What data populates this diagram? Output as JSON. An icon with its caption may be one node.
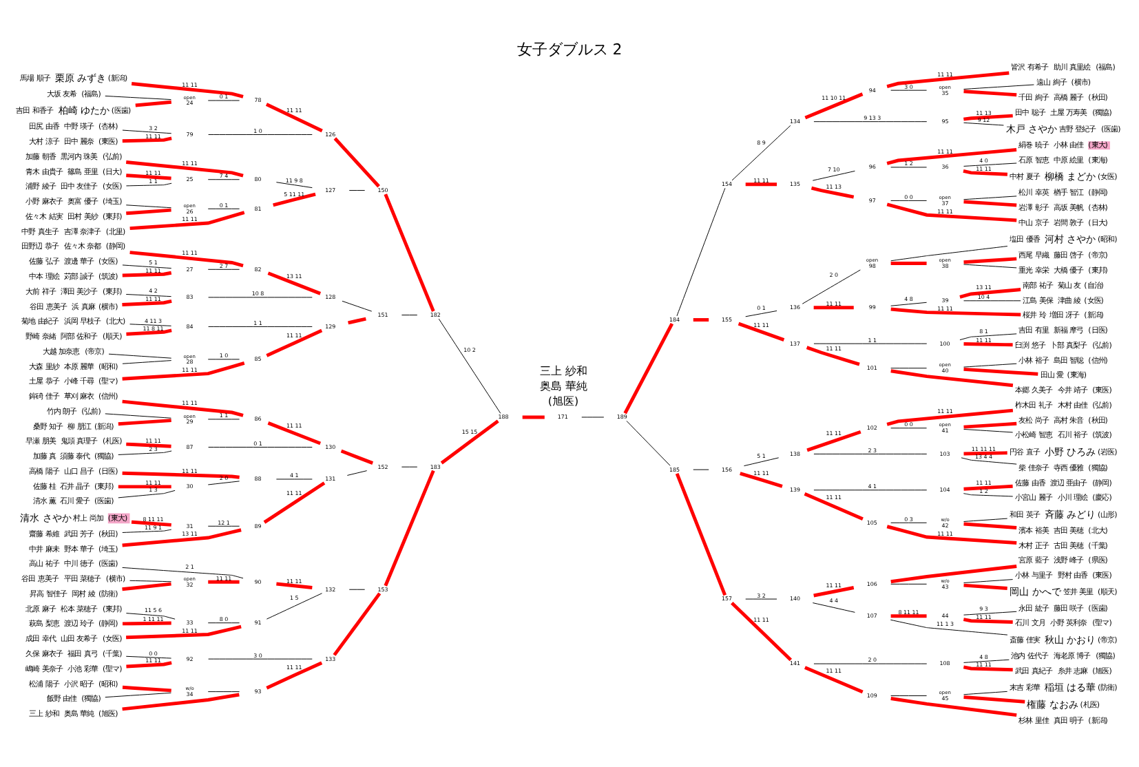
{
  "diagram": {
    "title": "女子ダブルス 2",
    "nodes": [
      {
        "text": [
          "馬場 順子",
          "栗原 みずき",
          "(新潟)"
        ]
      },
      {
        "text": [
          "大坂 友希",
          "(福島)"
        ]
      },
      {
        "text": [
          "吉田 和香子",
          "柏崎 ゆたか",
          "(医歯)"
        ]
      },
      {
        "text": [
          "田尻 由香",
          "中野 瑛子",
          "(杏林)"
        ]
      },
      {
        "text": [
          "大村 涼子",
          "田中 麗奈",
          "(東医)"
        ]
      },
      {
        "text": [
          "加藤 朝香",
          "黒河内 珠美",
          "(弘前)"
        ]
      },
      {
        "text": [
          "青木 由貴子",
          "篠島 亜里",
          "(日大)"
        ]
      },
      {
        "text": [
          "浦野 綾子",
          "田中 友佳子",
          "(女医)"
        ]
      },
      {
        "text": [
          "小野 麻衣子",
          "奥富 優子",
          "(埼玉)"
        ]
      },
      {
        "text": [
          "佐々木 結実",
          "田村 美紗",
          "(東邦)"
        ]
      },
      {
        "text": [
          "中野 真生子",
          "吉澤 奈津子",
          "(北里)"
        ]
      },
      {
        "text": [
          "田野辺 恭子",
          "佐々木 奈都",
          "(静岡)"
        ]
      },
      {
        "text": [
          "佐藤 弘子",
          "渡邊 華子",
          "(女医)"
        ]
      },
      {
        "text": [
          "中本 理絵",
          "苅部 誠子",
          "(筑波)"
        ]
      },
      {
        "text": [
          "大前 祥子",
          "澤田 美沙子",
          "(東邦)"
        ]
      },
      {
        "text": [
          "谷田 恵美子",
          "浜 真麻",
          "(横市)"
        ]
      },
      {
        "text": [
          "菊地 由紀子",
          "浜岡 早枝子",
          "(北大)"
        ]
      },
      {
        "text": [
          "野崎 奈緒",
          "阿部 佐和子",
          "(順天)"
        ]
      },
      {
        "text": [
          "大越 加奈恵",
          "(帝京)"
        ]
      },
      {
        "text": [
          "大森 里紗",
          "本原 麗華",
          "(昭和)"
        ]
      },
      {
        "text": [
          "土屋 恭子",
          "小峰 千尋",
          "(聖マ)"
        ]
      },
      {
        "text": [
          "鉾碕 佳子",
          "草刈 麻衣",
          "(信州)"
        ]
      },
      {
        "text": [
          "竹内 朗子",
          "(弘前)"
        ]
      },
      {
        "text": [
          "桑野 知子",
          "柳 朋江",
          "(新潟)"
        ]
      },
      {
        "text": [
          "早瀬 朋美",
          "鬼頭 真理子",
          "(札医)"
        ]
      },
      {
        "text": [
          "加藤 真",
          "須藤 泰代",
          "(獨協)"
        ]
      },
      {
        "text": [
          "高橋 陽子",
          "山口 昌子",
          "(日医)"
        ]
      },
      {
        "text": [
          "佐藤 桂",
          "石井 晶子",
          "(東邦)"
        ]
      },
      {
        "text": [
          "清水 薫",
          "石川 愛子",
          "(医歯)"
        ]
      },
      {
        "text": [
          "清水 さやか",
          "村上 尚加",
          "(東大)"
        ]
      },
      {
        "text": [
          "齋藤 希維",
          "武田 芳子",
          "(秋田)"
        ]
      },
      {
        "text": [
          "中井 麻未",
          "野本 華子",
          "(埼玉)"
        ]
      },
      {
        "text": [
          "高山 祐子",
          "中川 徳子",
          "(医歯)"
        ]
      },
      {
        "text": [
          "谷田 恵美子",
          "平田 菜穂子",
          "(横市)"
        ]
      },
      {
        "text": [
          "昇高 智佳子",
          "岡村 綾",
          "(防衛)"
        ]
      },
      {
        "text": [
          "北原 麻子",
          "松本 菜穂子",
          "(東邦)"
        ]
      },
      {
        "text": [
          "萩島 梨恵",
          "渡辺 玲子",
          "(静岡)"
        ]
      },
      {
        "text": [
          "成田 幸代",
          "山田 友希子",
          "(女医)"
        ]
      },
      {
        "text": [
          "久保 麻衣子",
          "福田 真弓",
          "(千葉)"
        ]
      },
      {
        "text": [
          "嶋崎 美奈子",
          "小池 彩華",
          "(聖マ)"
        ]
      },
      {
        "text": [
          "松浦 陽子",
          "小沢 昭子",
          "(昭和)"
        ]
      },
      {
        "text": [
          "飯野 由佳",
          "(獨協)"
        ]
      },
      {
        "text": [
          "三上 紗和",
          "奥島 華純",
          "(旭医)"
        ]
      },
      {
        "text": [
          "皆沢 有希子",
          "助川 真里絵",
          "(福島)"
        ]
      },
      {
        "text": [
          "遠山 絢子",
          "(横市)"
        ]
      },
      {
        "text": [
          "千田 絢子",
          "高橋 麗子",
          "(秋田)"
        ]
      },
      {
        "text": [
          "田中 聡子",
          "土屋 万寿美",
          "(獨協)"
        ]
      },
      {
        "text": [
          "木戸 さやか",
          "吉野 登紀子",
          "(医歯)"
        ]
      },
      {
        "text": [
          "絹巻 暁子",
          "小林 由佳",
          "(東大)"
        ]
      },
      {
        "text": [
          "石原 智恵",
          "中原 絵里",
          "(東海)"
        ]
      },
      {
        "text": [
          "中村 夏子",
          "柳橋 まどか",
          "(女医)"
        ]
      },
      {
        "text": [
          "松川 幸英",
          "楢手 智江",
          "(静岡)"
        ]
      },
      {
        "text": [
          "岩澤 彰子",
          "高坂 美帆",
          "(杏林)"
        ]
      },
      {
        "text": [
          "中山 京子",
          "岩間 敦子",
          "(日大)"
        ]
      },
      {
        "text": [
          "塩田 優香",
          "河村 さやか",
          "(昭和)"
        ]
      },
      {
        "text": [
          "西尾 早織",
          "藤田 啓子",
          "(帝京)"
        ]
      },
      {
        "text": [
          "重光 幸栄",
          "大橋 優子",
          "(東邦)"
        ]
      },
      {
        "text": [
          "南部 祐子",
          "菊山 友",
          "(自治)"
        ]
      },
      {
        "text": [
          "江島 美保",
          "津曲 綾",
          "(女医)"
        ]
      },
      {
        "text": [
          "桜井 玲",
          "増田 冴子",
          "(新潟)"
        ]
      },
      {
        "text": [
          "吉田 有里",
          "新福 摩弓",
          "(日医)"
        ]
      },
      {
        "text": [
          "臼渕 悠子",
          "卜部 真梨子",
          "(弘前)"
        ]
      },
      {
        "text": [
          "小林 裕子",
          "島田 智聡",
          "(信州)"
        ]
      },
      {
        "text": [
          "田山 愛",
          "(東海)"
        ]
      },
      {
        "text": [
          "本郷 久美子",
          "今井 靖子",
          "(東医)"
        ]
      },
      {
        "text": [
          "柞木田 礼子",
          "木村 由佳",
          "(弘前)"
        ]
      },
      {
        "text": [
          "友松 尚子",
          "高村 朱音",
          "(秋田)"
        ]
      },
      {
        "text": [
          "小松崎 智恵",
          "石川 裕子",
          "(筑波)"
        ]
      },
      {
        "text": [
          "円谷 直子",
          "小野 ひろみ",
          "(岩医)"
        ]
      },
      {
        "text": [
          "柴 佳奈子",
          "寺西 優雅",
          "(獨協)"
        ]
      },
      {
        "text": [
          "佐藤 由香",
          "渡辺 亜由子",
          "(静岡)"
        ]
      },
      {
        "text": [
          "小宮山 麗子",
          "小川 理絵",
          "(慶応)"
        ]
      },
      {
        "text": [
          "和田 英子",
          "斉藤 みどり",
          "(山形)"
        ]
      },
      {
        "text": [
          "濱本 裕美",
          "吉田 美穂",
          "(北大)"
        ]
      },
      {
        "text": [
          "木村 正子",
          "古田 美穂",
          "(千葉)"
        ]
      },
      {
        "text": [
          "宮原 藍子",
          "浅野 峰子",
          "(県医)"
        ]
      },
      {
        "text": [
          "小林 与里子",
          "野村 由香",
          "(東医)"
        ]
      },
      {
        "text": [
          "岡山 かへで",
          "笠井 美里",
          "(順天)"
        ]
      },
      {
        "text": [
          "永田 紘子",
          "藤田 咲子",
          "(医歯)"
        ]
      },
      {
        "text": [
          "石川 文月",
          "小野 英利奈",
          "(聖マ)"
        ]
      },
      {
        "text": [
          "斎藤 佳実",
          "秋山 かおり",
          "(帝京)"
        ]
      },
      {
        "text": [
          "池内 佐代子",
          "海老原 博子",
          "(獨協)"
        ]
      },
      {
        "text": [
          "武田 真紀子",
          "糸井 志麻",
          "(旭医)"
        ]
      },
      {
        "text": [
          "末吉 彩華",
          "稲垣 はる華",
          "(防衛)"
        ]
      },
      {
        "text": [
          "権藤 なおみ",
          "(札医)"
        ]
      },
      {
        "text": [
          "杉林 里佳",
          "真田 明子",
          "(新潟)"
        ]
      },
      {
        "text": [
          "24"
        ],
        "beside": [
          "open"
        ]
      },
      {
        "text": [
          "78"
        ]
      },
      {
        "text": [
          "79"
        ]
      },
      {
        "text": [
          "126"
        ]
      },
      {
        "text": [
          "25"
        ]
      },
      {
        "text": [
          "80"
        ]
      },
      {
        "text": [
          "26"
        ],
        "beside": [
          "open"
        ]
      },
      {
        "text": [
          "81"
        ]
      },
      {
        "text": [
          "127"
        ]
      },
      {
        "text": [
          "27"
        ]
      },
      {
        "text": [
          "82"
        ]
      },
      {
        "text": [
          "83"
        ]
      },
      {
        "text": [
          "128"
        ]
      },
      {
        "text": [
          "84"
        ]
      },
      {
        "text": [
          "28"
        ],
        "beside": [
          "open"
        ]
      },
      {
        "text": [
          "85"
        ]
      },
      {
        "text": [
          "129"
        ]
      },
      {
        "text": [
          "29"
        ],
        "beside": [
          "open"
        ]
      },
      {
        "text": [
          "86"
        ]
      },
      {
        "text": [
          "87"
        ]
      },
      {
        "text": [
          "130"
        ]
      },
      {
        "text": [
          "30"
        ]
      },
      {
        "text": [
          "88"
        ]
      },
      {
        "text": [
          "31"
        ]
      },
      {
        "text": [
          "89"
        ]
      },
      {
        "text": [
          "131"
        ]
      },
      {
        "text": [
          "32"
        ],
        "beside": [
          "open"
        ]
      },
      {
        "text": [
          "90"
        ]
      },
      {
        "text": [
          "33"
        ]
      },
      {
        "text": [
          "91"
        ]
      },
      {
        "text": [
          "132"
        ]
      },
      {
        "text": [
          "92"
        ]
      },
      {
        "text": [
          "34"
        ],
        "beside": [
          "w/o"
        ]
      },
      {
        "text": [
          "93"
        ]
      },
      {
        "text": [
          "133"
        ]
      },
      {
        "text": [
          "150"
        ]
      },
      {
        "text": [
          "151"
        ]
      },
      {
        "text": [
          "152"
        ]
      },
      {
        "text": [
          "153"
        ]
      },
      {
        "text": [
          "182"
        ]
      },
      {
        "text": [
          "183"
        ]
      },
      {
        "text": [
          "188"
        ]
      },
      {
        "text": [
          "171"
        ]
      },
      {
        "text": [
          "189"
        ]
      },
      {
        "text": [
          "184"
        ]
      },
      {
        "text": [
          "154"
        ]
      },
      {
        "text": [
          "155"
        ]
      },
      {
        "text": [
          "185"
        ]
      },
      {
        "text": [
          "156"
        ]
      },
      {
        "text": [
          "157"
        ]
      },
      {
        "text": [
          "134"
        ]
      },
      {
        "text": [
          "135"
        ]
      },
      {
        "text": [
          "136"
        ]
      },
      {
        "text": [
          "137"
        ]
      },
      {
        "text": [
          "138"
        ]
      },
      {
        "text": [
          "139"
        ]
      },
      {
        "text": [
          "140"
        ]
      },
      {
        "text": [
          "141"
        ]
      },
      {
        "text": [
          "94"
        ]
      },
      {
        "text": [
          "35"
        ],
        "beside": [
          "open"
        ]
      },
      {
        "text": [
          "95"
        ]
      },
      {
        "text": [
          "96"
        ]
      },
      {
        "text": [
          "36"
        ]
      },
      {
        "text": [
          "97"
        ]
      },
      {
        "text": [
          "37"
        ],
        "beside": [
          "open"
        ]
      },
      {
        "text": [
          "98"
        ],
        "beside": [
          "open"
        ]
      },
      {
        "text": [
          "38"
        ],
        "beside": [
          "open"
        ]
      },
      {
        "text": [
          "99"
        ]
      },
      {
        "text": [
          "39"
        ]
      },
      {
        "text": [
          "100"
        ]
      },
      {
        "text": [
          "101"
        ]
      },
      {
        "text": [
          "40"
        ],
        "beside": [
          "open"
        ]
      },
      {
        "text": [
          "102"
        ]
      },
      {
        "text": [
          "41"
        ],
        "beside": [
          "open"
        ]
      },
      {
        "text": [
          "103"
        ]
      },
      {
        "text": [
          "104"
        ]
      },
      {
        "text": [
          "105"
        ]
      },
      {
        "text": [
          "42"
        ],
        "beside": [
          "w/o"
        ]
      },
      {
        "text": [
          "106"
        ]
      },
      {
        "text": [
          "43"
        ],
        "beside": [
          "w/o"
        ]
      },
      {
        "text": [
          "107"
        ]
      },
      {
        "text": [
          "44"
        ]
      },
      {
        "text": [
          "108"
        ]
      },
      {
        "text": [
          "109"
        ]
      },
      {
        "text": [
          "45"
        ],
        "beside": [
          "open"
        ]
      }
    ],
    "edges": [
      {
        "from": 0,
        "to": 87,
        "arrow": "none",
        "label": "11 11",
        "style": "thick",
        "color": "#ff0000"
      },
      {
        "from": 1,
        "to": 86,
        "arrow": "none"
      },
      {
        "from": 2,
        "to": 86,
        "arrow": "none",
        "style": "thick",
        "color": "#ff0000"
      },
      {
        "from": 86,
        "to": 87,
        "arrow": "none",
        "label": "0 1"
      },
      {
        "from": 3,
        "to": 88,
        "arrow": "none",
        "label": "3 2"
      },
      {
        "from": 4,
        "to": 88,
        "arrow": "none",
        "label": "11 11",
        "style": "thick",
        "color": "#ff0000"
      },
      {
        "from": 87,
        "to": 89,
        "arrow": "none",
        "label": "11 11",
        "style": "thick",
        "color": "#ff0000"
      },
      {
        "from": 88,
        "to": 89,
        "arrow": "none",
        "label": "1 0"
      },
      {
        "from": 5,
        "to": 91,
        "arrow": "none",
        "label": "11 11",
        "style": "thick",
        "color": "#ff0000"
      },
      {
        "from": 6,
        "to": 90,
        "arrow": "none",
        "label": "11 11",
        "style": "thick",
        "color": "#ff0000"
      },
      {
        "from": 7,
        "to": 90,
        "arrow": "none",
        "label": "1 1"
      },
      {
        "from": 90,
        "to": 91,
        "arrow": "none",
        "label": "7 4"
      },
      {
        "from": 8,
        "to": 92,
        "arrow": "none"
      },
      {
        "from": 9,
        "to": 92,
        "arrow": "none",
        "style": "thick",
        "color": "#ff0000"
      },
      {
        "from": 92,
        "to": 93,
        "arrow": "none",
        "label": "0 1"
      },
      {
        "from": 10,
        "to": 93,
        "arrow": "none",
        "label": "11 11",
        "style": "thick",
        "color": "#ff0000"
      },
      {
        "from": 91,
        "to": 94,
        "arrow": "none",
        "label": "11 9 8"
      },
      {
        "from": 93,
        "to": 94,
        "arrow": "none",
        "label": "5 11 11",
        "style": "thick",
        "color": "#ff0000"
      },
      {
        "from": 11,
        "to": 96,
        "arrow": "none",
        "label": "11 11",
        "style": "thick",
        "color": "#ff0000"
      },
      {
        "from": 12,
        "to": 95,
        "arrow": "none",
        "label": "5 1"
      },
      {
        "from": 13,
        "to": 95,
        "arrow": "none",
        "label": "11 11",
        "style": "thick",
        "color": "#ff0000"
      },
      {
        "from": 95,
        "to": 96,
        "arrow": "none",
        "label": "2 7"
      },
      {
        "from": 14,
        "to": 97,
        "arrow": "none",
        "label": "4 2"
      },
      {
        "from": 15,
        "to": 97,
        "arrow": "none",
        "label": "11 11",
        "style": "thick",
        "color": "#ff0000"
      },
      {
        "from": 96,
        "to": 98,
        "arrow": "none",
        "label": "13 11",
        "style": "thick",
        "color": "#ff0000"
      },
      {
        "from": 97,
        "to": 98,
        "arrow": "none",
        "label": "10 8"
      },
      {
        "from": 16,
        "to": 99,
        "arrow": "none",
        "label": "4 11 3"
      },
      {
        "from": 17,
        "to": 99,
        "arrow": "none",
        "label": "11 8 11",
        "style": "thick",
        "color": "#ff0000"
      },
      {
        "from": 18,
        "to": 100,
        "arrow": "none"
      },
      {
        "from": 19,
        "to": 100,
        "arrow": "none"
      },
      {
        "from": 100,
        "to": 101,
        "arrow": "none",
        "label": "1 0"
      },
      {
        "from": 20,
        "to": 101,
        "arrow": "none",
        "label": "11 11",
        "style": "thick",
        "color": "#ff0000"
      },
      {
        "from": 99,
        "to": 102,
        "arrow": "none",
        "label": "1 1"
      },
      {
        "from": 101,
        "to": 102,
        "arrow": "none",
        "label": "11 11",
        "style": "thick",
        "color": "#ff0000"
      },
      {
        "from": 21,
        "to": 104,
        "arrow": "none",
        "label": "11 11",
        "style": "thick",
        "color": "#ff0000"
      },
      {
        "from": 22,
        "to": 103,
        "arrow": "none"
      },
      {
        "from": 23,
        "to": 103,
        "arrow": "none",
        "style": "thick",
        "color": "#ff0000"
      },
      {
        "from": 103,
        "to": 104,
        "arrow": "none",
        "label": "1 1"
      },
      {
        "from": 24,
        "to": 105,
        "arrow": "none",
        "label": "11 11",
        "style": "thick",
        "color": "#ff0000"
      },
      {
        "from": 25,
        "to": 105,
        "arrow": "none",
        "label": "2 3"
      },
      {
        "from": 104,
        "to": 106,
        "arrow": "none",
        "label": "11 11",
        "style": "thick",
        "color": "#ff0000"
      },
      {
        "from": 105,
        "to": 106,
        "arrow": "none",
        "label": "0 1"
      },
      {
        "from": 26,
        "to": 108,
        "arrow": "none",
        "label": "11 11",
        "style": "thick",
        "color": "#ff0000"
      },
      {
        "from": 27,
        "to": 107,
        "arrow": "none",
        "label": "11 11",
        "style": "thick",
        "color": "#ff0000"
      },
      {
        "from": 28,
        "to": 107,
        "arrow": "none",
        "label": "1 3"
      },
      {
        "from": 107,
        "to": 108,
        "arrow": "none",
        "label": "2 0"
      },
      {
        "from": 29,
        "to": 109,
        "arrow": "none",
        "label": "8 11 11",
        "style": "thick",
        "color": "#ff0000"
      },
      {
        "from": 30,
        "to": 109,
        "arrow": "none",
        "label": "11 9 1"
      },
      {
        "from": 109,
        "to": 110,
        "arrow": "none",
        "label": "12 1"
      },
      {
        "from": 31,
        "to": 110,
        "arrow": "none",
        "label": "13 11",
        "style": "thick",
        "color": "#ff0000"
      },
      {
        "from": 108,
        "to": 111,
        "arrow": "none",
        "label": "4 1"
      },
      {
        "from": 110,
        "to": 111,
        "arrow": "none",
        "label": "11 11",
        "style": "thick",
        "color": "#ff0000"
      },
      {
        "from": 32,
        "to": 113,
        "arrow": "none",
        "label": "2 1"
      },
      {
        "from": 33,
        "to": 112,
        "arrow": "none"
      },
      {
        "from": 34,
        "to": 112,
        "arrow": "none",
        "style": "thick",
        "color": "#ff0000"
      },
      {
        "from": 112,
        "to": 113,
        "arrow": "none",
        "label": "11 11",
        "style": "thick",
        "color": "#ff0000"
      },
      {
        "from": 35,
        "to": 114,
        "arrow": "none",
        "label": "11 5 6"
      },
      {
        "from": 36,
        "to": 114,
        "arrow": "none",
        "label": "1 11 11",
        "style": "thick",
        "color": "#ff0000"
      },
      {
        "from": 114,
        "to": 115,
        "arrow": "none",
        "label": "8 0"
      },
      {
        "from": 37,
        "to": 115,
        "arrow": "none",
        "label": "11 11",
        "style": "thick",
        "color": "#ff0000"
      },
      {
        "from": 113,
        "to": 116,
        "arrow": "none",
        "label": "11 11",
        "style": "thick",
        "color": "#ff0000"
      },
      {
        "from": 115,
        "to": 116,
        "arrow": "none",
        "label": "1 5"
      },
      {
        "from": 38,
        "to": 117,
        "arrow": "none",
        "label": "0 0"
      },
      {
        "from": 39,
        "to": 117,
        "arrow": "none",
        "label": "11 11",
        "style": "thick",
        "color": "#ff0000"
      },
      {
        "from": 40,
        "to": 118,
        "arrow": "none",
        "style": "thick",
        "color": "#ff0000"
      },
      {
        "from": 41,
        "to": 118,
        "arrow": "none"
      },
      {
        "from": 118,
        "to": 119,
        "arrow": "none"
      },
      {
        "from": 42,
        "to": 119,
        "arrow": "none",
        "style": "thick",
        "color": "#ff0000"
      },
      {
        "from": 117,
        "to": 120,
        "arrow": "none",
        "label": "3 0"
      },
      {
        "from": 119,
        "to": 120,
        "arrow": "none",
        "label": "11 11",
        "style": "thick",
        "color": "#ff0000"
      },
      {
        "from": 89,
        "to": 121,
        "arrow": "none",
        "style": "thick",
        "color": "#ff0000"
      },
      {
        "from": 94,
        "to": 121,
        "arrow": "none"
      },
      {
        "from": 98,
        "to": 122,
        "arrow": "none"
      },
      {
        "from": 102,
        "to": 122,
        "arrow": "none",
        "style": "thick",
        "color": "#ff0000"
      },
      {
        "from": 106,
        "to": 123,
        "arrow": "none",
        "style": "thick",
        "color": "#ff0000"
      },
      {
        "from": 111,
        "to": 123,
        "arrow": "none"
      },
      {
        "from": 116,
        "to": 124,
        "arrow": "none"
      },
      {
        "from": 120,
        "to": 124,
        "arrow": "none",
        "style": "thick",
        "color": "#ff0000"
      },
      {
        "from": 121,
        "to": 125,
        "arrow": "none",
        "style": "thick",
        "color": "#ff0000"
      },
      {
        "from": 122,
        "to": 125,
        "arrow": "none"
      },
      {
        "from": 123,
        "to": 126,
        "arrow": "none"
      },
      {
        "from": 124,
        "to": 126,
        "arrow": "none",
        "style": "thick",
        "color": "#ff0000"
      },
      {
        "from": 125,
        "to": 127,
        "arrow": "none",
        "label": "10 2"
      },
      {
        "from": 126,
        "to": 127,
        "arrow": "none",
        "label": "15 15",
        "style": "thick",
        "color": "#ff0000"
      },
      {
        "from": 127,
        "to": 128,
        "arrow": "none",
        "style": "thick",
        "color": "#ff0000"
      },
      {
        "from": 128,
        "to": 129,
        "arrow": "none"
      },
      {
        "from": 129,
        "to": 130,
        "arrow": "none",
        "style": "thick",
        "color": "#ff0000"
      },
      {
        "from": 129,
        "to": 133,
        "arrow": "none"
      },
      {
        "from": 130,
        "to": 131,
        "arrow": "none"
      },
      {
        "from": 130,
        "to": 132,
        "arrow": "none",
        "style": "thick",
        "color": "#ff0000"
      },
      {
        "from": 131,
        "to": 136,
        "arrow": "none",
        "label": "8 9"
      },
      {
        "from": 131,
        "to": 137,
        "arrow": "none",
        "label": "11 11",
        "style": "thick",
        "color": "#ff0000"
      },
      {
        "from": 136,
        "to": 144,
        "arrow": "none",
        "label": "11 10 11",
        "style": "thick",
        "color": "#ff0000"
      },
      {
        "from": 136,
        "to": 146,
        "arrow": "none",
        "label": "9 13 3"
      },
      {
        "from": 144,
        "to": 43,
        "arrow": "none",
        "label": "11 11",
        "style": "thick",
        "color": "#ff0000"
      },
      {
        "from": 144,
        "to": 145,
        "arrow": "none",
        "label": "3 0"
      },
      {
        "from": 145,
        "to": 44,
        "arrow": "none"
      },
      {
        "from": 145,
        "to": 45,
        "arrow": "none",
        "style": "thick",
        "color": "#ff0000"
      },
      {
        "from": 146,
        "to": 46,
        "arrow": "none",
        "label": "11 13",
        "style": "thick",
        "color": "#ff0000"
      },
      {
        "from": 146,
        "to": 47,
        "arrow": "none",
        "label": "9 12"
      },
      {
        "from": 137,
        "to": 147,
        "arrow": "none",
        "label": "7 10"
      },
      {
        "from": 137,
        "to": 149,
        "arrow": "none",
        "label": "11 13",
        "style": "thick",
        "color": "#ff0000"
      },
      {
        "from": 147,
        "to": 48,
        "arrow": "none",
        "label": "11 11",
        "style": "thick",
        "color": "#ff0000"
      },
      {
        "from": 147,
        "to": 148,
        "arrow": "none",
        "label": "1 2"
      },
      {
        "from": 148,
        "to": 49,
        "arrow": "none",
        "label": "4 0"
      },
      {
        "from": 148,
        "to": 50,
        "arrow": "none",
        "label": "11 11",
        "style": "thick",
        "color": "#ff0000"
      },
      {
        "from": 149,
        "to": 150,
        "arrow": "none",
        "label": "0 0"
      },
      {
        "from": 149,
        "to": 53,
        "arrow": "none",
        "label": "11 11",
        "style": "thick",
        "color": "#ff0000"
      },
      {
        "from": 150,
        "to": 51,
        "arrow": "none"
      },
      {
        "from": 150,
        "to": 52,
        "arrow": "none",
        "style": "thick",
        "color": "#ff0000"
      },
      {
        "from": 132,
        "to": 138,
        "arrow": "none",
        "label": "0 1"
      },
      {
        "from": 132,
        "to": 139,
        "arrow": "none",
        "label": "11 11",
        "style": "thick",
        "color": "#ff0000"
      },
      {
        "from": 138,
        "to": 151,
        "arrow": "none",
        "label": "2 0"
      },
      {
        "from": 138,
        "to": 153,
        "arrow": "none",
        "label": "11 11",
        "style": "thick",
        "color": "#ff0000"
      },
      {
        "from": 151,
        "to": 54,
        "arrow": "none"
      },
      {
        "from": 151,
        "to": 152,
        "arrow": "none",
        "style": "thick",
        "color": "#ff0000"
      },
      {
        "from": 152,
        "to": 55,
        "arrow": "none",
        "style": "thick",
        "color": "#ff0000"
      },
      {
        "from": 152,
        "to": 56,
        "arrow": "none"
      },
      {
        "from": 153,
        "to": 154,
        "arrow": "none",
        "label": "4 8"
      },
      {
        "from": 153,
        "to": 59,
        "arrow": "none",
        "label": "11 11",
        "style": "thick",
        "color": "#ff0000"
      },
      {
        "from": 154,
        "to": 57,
        "arrow": "none",
        "label": "13 11",
        "style": "thick",
        "color": "#ff0000"
      },
      {
        "from": 154,
        "to": 58,
        "arrow": "none",
        "label": "10 4"
      },
      {
        "from": 139,
        "to": 155,
        "arrow": "none",
        "label": "1 1"
      },
      {
        "from": 139,
        "to": 156,
        "arrow": "none",
        "label": "11 11",
        "style": "thick",
        "color": "#ff0000"
      },
      {
        "from": 155,
        "to": 60,
        "arrow": "none",
        "label": "8 1"
      },
      {
        "from": 155,
        "to": 61,
        "arrow": "none",
        "label": "11 11",
        "style": "thick",
        "color": "#ff0000"
      },
      {
        "from": 156,
        "to": 157,
        "arrow": "none"
      },
      {
        "from": 156,
        "to": 64,
        "arrow": "none",
        "style": "thick",
        "color": "#ff0000"
      },
      {
        "from": 157,
        "to": 62,
        "arrow": "none"
      },
      {
        "from": 157,
        "to": 63,
        "arrow": "none",
        "style": "thick",
        "color": "#ff0000"
      },
      {
        "from": 133,
        "to": 134,
        "arrow": "none"
      },
      {
        "from": 133,
        "to": 135,
        "arrow": "none",
        "style": "thick",
        "color": "#ff0000"
      },
      {
        "from": 134,
        "to": 140,
        "arrow": "none",
        "label": "5 1"
      },
      {
        "from": 134,
        "to": 141,
        "arrow": "none",
        "label": "11 11",
        "style": "thick",
        "color": "#ff0000"
      },
      {
        "from": 140,
        "to": 158,
        "arrow": "none",
        "label": "11 11",
        "style": "thick",
        "color": "#ff0000"
      },
      {
        "from": 140,
        "to": 160,
        "arrow": "none",
        "label": "2 3"
      },
      {
        "from": 158,
        "to": 65,
        "arrow": "none",
        "label": "11 11",
        "style": "thick",
        "color": "#ff0000"
      },
      {
        "from": 158,
        "to": 159,
        "arrow": "none",
        "label": "0 0"
      },
      {
        "from": 159,
        "to": 66,
        "arrow": "none",
        "style": "thick",
        "color": "#ff0000"
      },
      {
        "from": 159,
        "to": 67,
        "arrow": "none"
      },
      {
        "from": 160,
        "to": 68,
        "arrow": "none",
        "label": "11 11 11",
        "style": "thick",
        "color": "#ff0000"
      },
      {
        "from": 160,
        "to": 69,
        "arrow": "none",
        "label": "13 4 4"
      },
      {
        "from": 141,
        "to": 161,
        "arrow": "none",
        "label": "4 1"
      },
      {
        "from": 141,
        "to": 162,
        "arrow": "none",
        "label": "11 11",
        "style": "thick",
        "color": "#ff0000"
      },
      {
        "from": 161,
        "to": 70,
        "arrow": "none",
        "label": "11 11",
        "style": "thick",
        "color": "#ff0000"
      },
      {
        "from": 161,
        "to": 71,
        "arrow": "none",
        "label": "1 2"
      },
      {
        "from": 162,
        "to": 163,
        "arrow": "none",
        "label": "0 3"
      },
      {
        "from": 162,
        "to": 74,
        "arrow": "none",
        "label": "11 11",
        "style": "thick",
        "color": "#ff0000"
      },
      {
        "from": 163,
        "to": 72,
        "arrow": "none"
      },
      {
        "from": 163,
        "to": 73,
        "arrow": "none",
        "style": "thick",
        "color": "#ff0000"
      },
      {
        "from": 135,
        "to": 142,
        "arrow": "none",
        "label": "3 2"
      },
      {
        "from": 135,
        "to": 143,
        "arrow": "none",
        "label": "11 11",
        "style": "thick",
        "color": "#ff0000"
      },
      {
        "from": 142,
        "to": 164,
        "arrow": "none",
        "label": "11 11",
        "style": "thick",
        "color": "#ff0000"
      },
      {
        "from": 142,
        "to": 166,
        "arrow": "none",
        "label": "4 4"
      },
      {
        "from": 164,
        "to": 75,
        "arrow": "none",
        "style": "thick",
        "color": "#ff0000"
      },
      {
        "from": 164,
        "to": 165,
        "arrow": "none"
      },
      {
        "from": 165,
        "to": 76,
        "arrow": "none"
      },
      {
        "from": 165,
        "to": 77,
        "arrow": "none",
        "style": "thick",
        "color": "#ff0000"
      },
      {
        "from": 166,
        "to": 167,
        "arrow": "none",
        "label": "8 11 11",
        "style": "thick",
        "color": "#ff0000"
      },
      {
        "from": 166,
        "to": 80,
        "arrow": "none",
        "label": "11 1 3"
      },
      {
        "from": 167,
        "to": 78,
        "arrow": "none",
        "label": "9 3"
      },
      {
        "from": 167,
        "to": 79,
        "arrow": "none",
        "label": "11 11",
        "style": "thick",
        "color": "#ff0000"
      },
      {
        "from": 143,
        "to": 168,
        "arrow": "none",
        "label": "2 0"
      },
      {
        "from": 143,
        "to": 169,
        "arrow": "none",
        "label": "11 11",
        "style": "thick",
        "color": "#ff0000"
      },
      {
        "from": 168,
        "to": 81,
        "arrow": "none",
        "label": "4 8"
      },
      {
        "from": 168,
        "to": 82,
        "arrow": "none",
        "label": "11 11",
        "style": "thick",
        "color": "#ff0000"
      },
      {
        "from": 169,
        "to": 170,
        "arrow": "none"
      },
      {
        "from": 169,
        "to": 85,
        "arrow": "none",
        "style": "thick",
        "color": "#ff0000"
      },
      {
        "from": 170,
        "to": 83,
        "arrow": "none"
      },
      {
        "from": 170,
        "to": 84,
        "arrow": "none",
        "style": "thick",
        "color": "#ff0000"
      }
    ],
    "labels": [
      "三上 紗和",
      "奥島 華純",
      "(旭医)"
    ]
  }
}
